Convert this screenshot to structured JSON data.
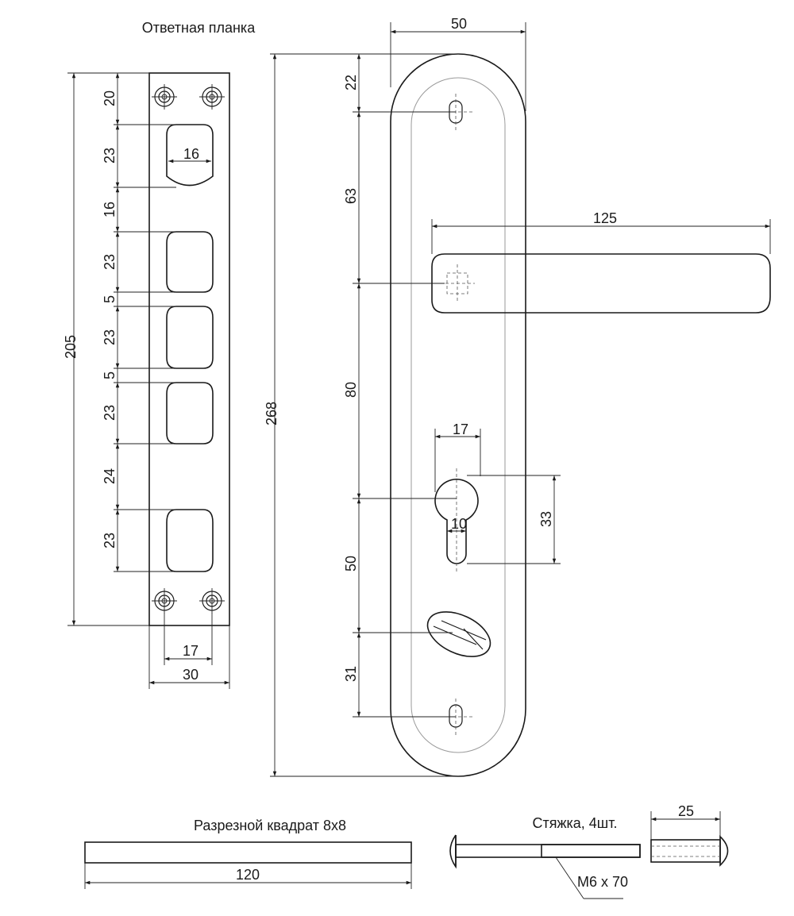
{
  "captions": {
    "strike_plate": "Ответная планка",
    "square_spindle": "Разрезной квадрат 8х8",
    "screws": "Стяжка, 4шт.",
    "screw_size": "М6 х 70"
  },
  "strike_plate_dims": {
    "total_height": "205",
    "width": "30",
    "hole_spacing": "17",
    "slot_width": "16",
    "top_offset": "20",
    "slot1": "23",
    "gap1": "16",
    "slot2": "23",
    "gap2": "5",
    "slot3": "23",
    "gap3": "5",
    "slot4": "23",
    "gap4": "24",
    "slot5": "23"
  },
  "handle_dims": {
    "total_height": "268",
    "plate_width": "50",
    "lever_length": "125",
    "top_to_screw": "22",
    "screw_to_spindle": "63",
    "spindle_to_cylinder": "80",
    "cylinder_width": "17",
    "cylinder_height": "33",
    "cylinder_neck": "10",
    "cylinder_to_turn": "50",
    "turn_to_screw": "31"
  },
  "spindle_dims": {
    "length": "120"
  },
  "screw_dims": {
    "sleeve_length": "25"
  }
}
